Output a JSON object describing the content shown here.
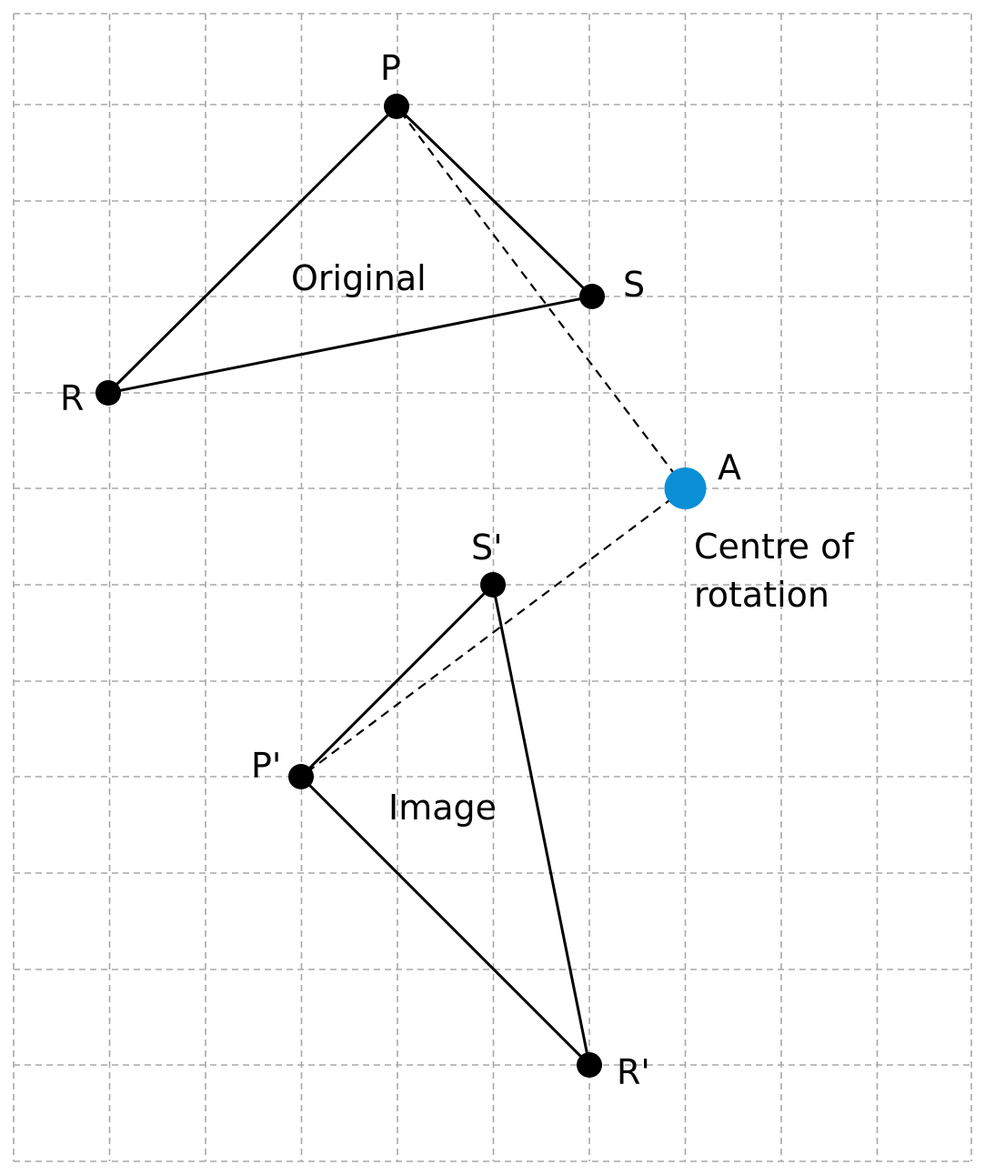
{
  "labels": {
    "P": "P",
    "S": "S",
    "R": "R",
    "P_prime": "P'",
    "S_prime": "S'",
    "R_prime": "R'",
    "A": "A",
    "original": "Original",
    "image": "Image",
    "centre_line1": "Centre of",
    "centre_line2": "rotation"
  },
  "colors": {
    "center_point": "#0a8fd6",
    "points": "#000000",
    "grid": "#a8a8a8"
  },
  "grid": {
    "columns": 10,
    "rows": 12,
    "style": "dashed"
  }
}
